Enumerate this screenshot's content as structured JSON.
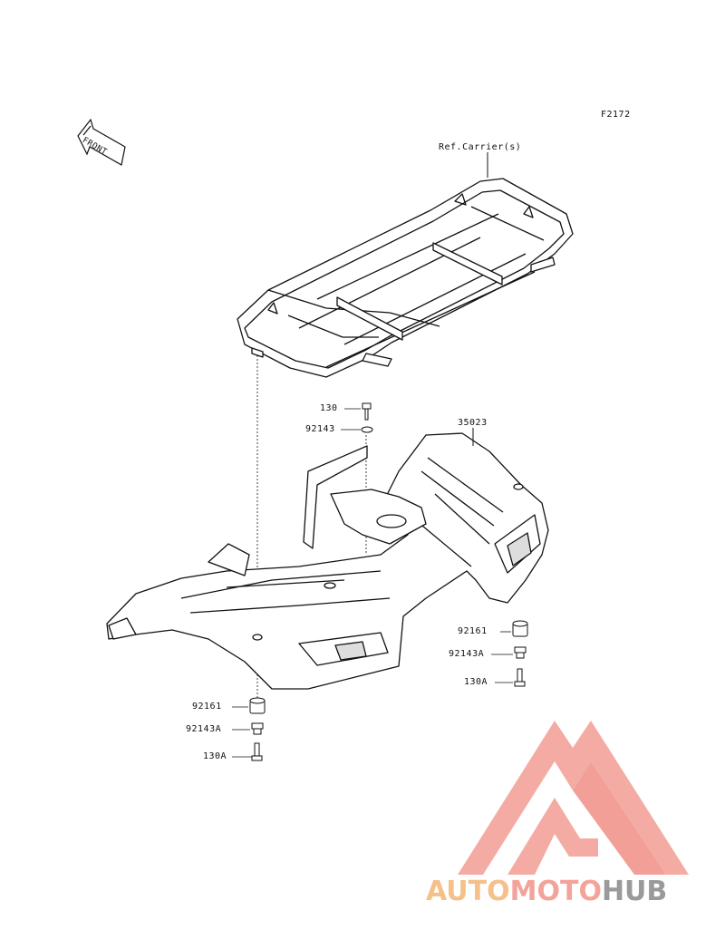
{
  "figure_code": "F2172",
  "front_marker": "FRONT",
  "carrier_label": "Ref.Carrier(s)",
  "parts": {
    "p130": "130",
    "p92143": "92143",
    "p35023": "35023",
    "p92161_right": "92161",
    "p92143A_right": "92143A",
    "p130A_right": "130A",
    "p92161_left": "92161",
    "p92143A_left": "92143A",
    "p130A_left": "130A"
  },
  "watermark": {
    "part1": "AUTO",
    "part2": "MOTO",
    "part3": "HUB",
    "colors": {
      "auto": "#f5c08a",
      "moto": "#f4a39a",
      "hub": "#9a9a9a",
      "logo": "#f19a92"
    }
  }
}
